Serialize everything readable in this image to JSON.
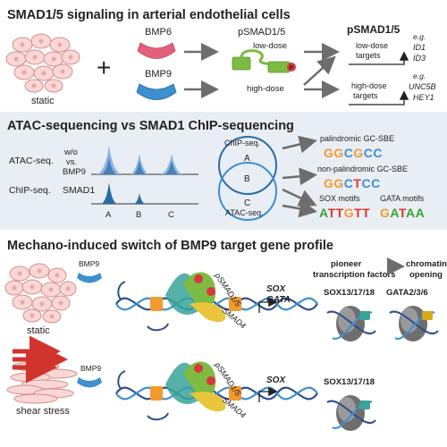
{
  "panel1": {
    "title": "SMAD1/5 signaling in arterial endothelial cells",
    "static_label": "static",
    "plus": "+",
    "bmp6_label": "BMP6",
    "bmp9_label": "BMP9",
    "psmad_label": "pSMAD1/5",
    "low_dose": "low-dose",
    "high_dose": "high-dose",
    "p_badge": "P",
    "psmad_targets_label": "pSMAD1/5",
    "low_targets_1": "low-dose",
    "low_targets_2": "targets",
    "low_eg": "e.g.",
    "low_gene_1": "ID1",
    "low_gene_2": "ID3",
    "high_targets_1": "high-dose",
    "high_targets_2": "targets",
    "high_eg": "e.g.",
    "high_gene_1": "UNC5B",
    "high_gene_2": "HEY1"
  },
  "panel2": {
    "title": "ATAC-sequencing vs SMAD1 ChIP-sequencing",
    "atac_label": "ATAC-seq.",
    "wo_label": "w/o",
    "vs_label": "vs.",
    "bmp9_label": "BMP9",
    "chip_label": "ChIP-seq.",
    "smad1_label": "SMAD1",
    "peak_a": "A",
    "peak_b": "B",
    "peak_c": "C",
    "venn_top": "ChIP-seq.",
    "venn_bottom": "ATAC-seq.",
    "venn_a": "A",
    "venn_b": "B",
    "venn_c": "C",
    "pal_label": "palindromic GC-SBE",
    "pal_seq": "GGCGCC",
    "nonpal_label": "non-palindromic GC-SBE",
    "nonpal_seq": "GGCTCC",
    "sox_label": "SOX motifs",
    "gata_label": "GATA motifs",
    "sox_seq": "ATTGTT",
    "gata_seq": "GATAA"
  },
  "panel3": {
    "title": "Mechano-induced switch of BMP9 target gene profile",
    "bmp9_label_1": "BMP9",
    "bmp9_label_2": "BMP9",
    "static_label": "static",
    "shear_label": "shear stress",
    "psmad_1": "pSMAD1/5",
    "psmad_2": "pSMAD1/5",
    "smad4_1": "SMAD4",
    "smad4_2": "SMAD4",
    "sox_1": "SOX",
    "gata_1": "GATA",
    "sox_2": "SOX",
    "pioneer_1": "pioneer",
    "pioneer_2": "transcription factors",
    "chromatin_1": "chromatin",
    "chromatin_2": "opening",
    "sox_factor_1": "SOX13/17/18",
    "gata_factor": "GATA2/3/6",
    "sox_factor_2": "SOX13/17/18"
  },
  "colors": {
    "cell_fill": "#f8d8d6",
    "cell_stroke": "#d98b8b",
    "bmp6": "#e2607a",
    "bmp9": "#3d8fd0",
    "smad15": "#7dbb42",
    "smad4": "#e8c53a",
    "phospho": "#d9363e",
    "chip_blue": "#2b6aa6",
    "atac_light": "#8cb6e0",
    "dna_blue": "#2d4f8c",
    "nucleosome": "#6e6e6e",
    "panel2_bg": "#e9eef4",
    "motif_orange": "#f29a2e",
    "motif_red": "#e2342b",
    "motif_green": "#3aa33a"
  }
}
